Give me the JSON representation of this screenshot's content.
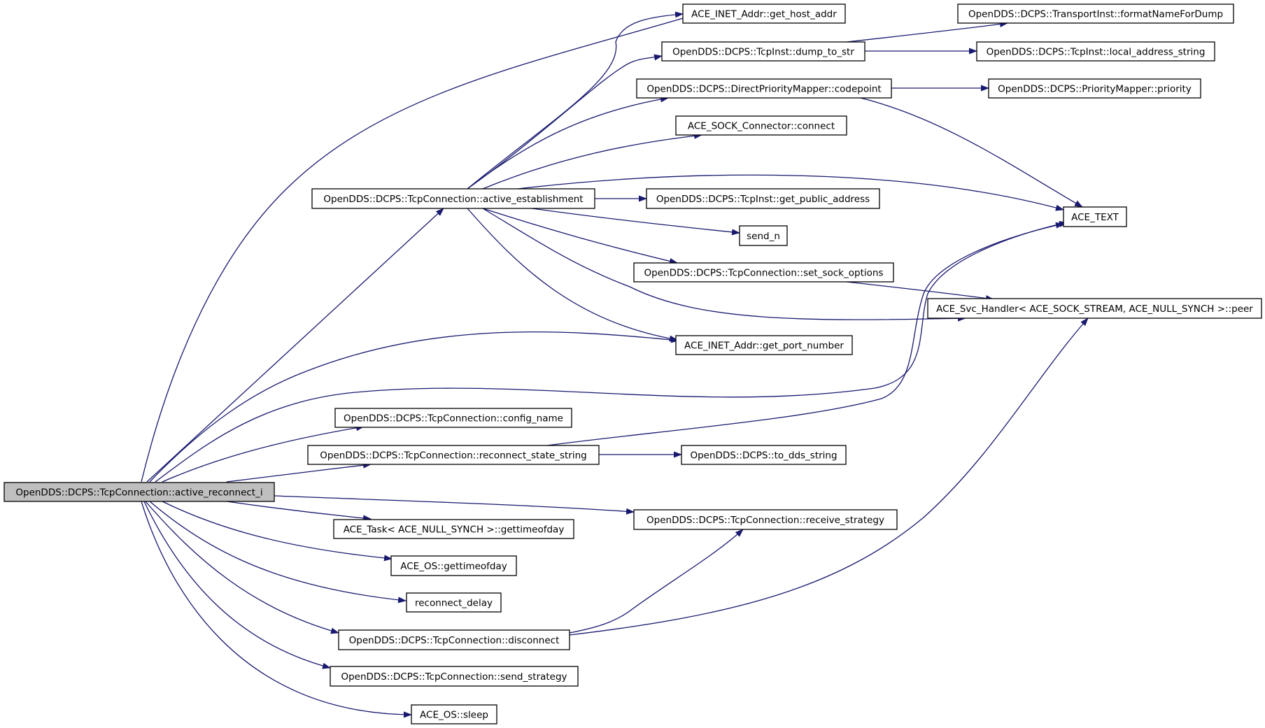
{
  "graph": {
    "nodes": [
      {
        "id": "root",
        "label": "OpenDDS::DCPS::TcpConnection::active_reconnect_i",
        "highlight": true
      },
      {
        "id": "active_establishment",
        "label": "OpenDDS::DCPS::TcpConnection::active_establishment"
      },
      {
        "id": "get_host_addr",
        "label": "ACE_INET_Addr::get_host_addr"
      },
      {
        "id": "dump_to_str",
        "label": "OpenDDS::DCPS::TcpInst::dump_to_str"
      },
      {
        "id": "format_name",
        "label": "OpenDDS::DCPS::TransportInst::formatNameForDump"
      },
      {
        "id": "local_address_string",
        "label": "OpenDDS::DCPS::TcpInst::local_address_string"
      },
      {
        "id": "codepoint",
        "label": "OpenDDS::DCPS::DirectPriorityMapper::codepoint"
      },
      {
        "id": "priority",
        "label": "OpenDDS::DCPS::PriorityMapper::priority"
      },
      {
        "id": "connect",
        "label": "ACE_SOCK_Connector::connect"
      },
      {
        "id": "get_public_address",
        "label": "OpenDDS::DCPS::TcpInst::get_public_address"
      },
      {
        "id": "ace_text",
        "label": "ACE_TEXT"
      },
      {
        "id": "send_n",
        "label": "send_n"
      },
      {
        "id": "set_sock_options",
        "label": "OpenDDS::DCPS::TcpConnection::set_sock_options"
      },
      {
        "id": "peer",
        "label": "ACE_Svc_Handler< ACE_SOCK_STREAM, ACE_NULL_SYNCH >::peer"
      },
      {
        "id": "get_port_number",
        "label": "ACE_INET_Addr::get_port_number"
      },
      {
        "id": "config_name",
        "label": "OpenDDS::DCPS::TcpConnection::config_name"
      },
      {
        "id": "reconnect_state_string",
        "label": "OpenDDS::DCPS::TcpConnection::reconnect_state_string"
      },
      {
        "id": "to_dds_string",
        "label": "OpenDDS::DCPS::to_dds_string"
      },
      {
        "id": "receive_strategy",
        "label": "OpenDDS::DCPS::TcpConnection::receive_strategy"
      },
      {
        "id": "task_gettimeofday",
        "label": "ACE_Task< ACE_NULL_SYNCH >::gettimeofday"
      },
      {
        "id": "os_gettimeofday",
        "label": "ACE_OS::gettimeofday"
      },
      {
        "id": "reconnect_delay",
        "label": "reconnect_delay"
      },
      {
        "id": "disconnect",
        "label": "OpenDDS::DCPS::TcpConnection::disconnect"
      },
      {
        "id": "send_strategy",
        "label": "OpenDDS::DCPS::TcpConnection::send_strategy"
      },
      {
        "id": "sleep",
        "label": "ACE_OS::sleep"
      }
    ],
    "edges": [
      {
        "from": "root",
        "to": "get_host_addr"
      },
      {
        "from": "root",
        "to": "active_establishment"
      },
      {
        "from": "root",
        "to": "get_port_number"
      },
      {
        "from": "root",
        "to": "ace_text"
      },
      {
        "from": "root",
        "to": "config_name"
      },
      {
        "from": "root",
        "to": "reconnect_state_string"
      },
      {
        "from": "root",
        "to": "receive_strategy"
      },
      {
        "from": "root",
        "to": "task_gettimeofday"
      },
      {
        "from": "root",
        "to": "os_gettimeofday"
      },
      {
        "from": "root",
        "to": "reconnect_delay"
      },
      {
        "from": "root",
        "to": "disconnect"
      },
      {
        "from": "root",
        "to": "send_strategy"
      },
      {
        "from": "root",
        "to": "sleep"
      },
      {
        "from": "active_establishment",
        "to": "get_host_addr"
      },
      {
        "from": "active_establishment",
        "to": "dump_to_str"
      },
      {
        "from": "active_establishment",
        "to": "codepoint"
      },
      {
        "from": "active_establishment",
        "to": "connect"
      },
      {
        "from": "active_establishment",
        "to": "ace_text"
      },
      {
        "from": "active_establishment",
        "to": "get_public_address"
      },
      {
        "from": "active_establishment",
        "to": "send_n"
      },
      {
        "from": "active_establishment",
        "to": "set_sock_options"
      },
      {
        "from": "active_establishment",
        "to": "peer"
      },
      {
        "from": "active_establishment",
        "to": "get_port_number"
      },
      {
        "from": "dump_to_str",
        "to": "format_name"
      },
      {
        "from": "dump_to_str",
        "to": "local_address_string"
      },
      {
        "from": "codepoint",
        "to": "priority"
      },
      {
        "from": "codepoint",
        "to": "ace_text"
      },
      {
        "from": "set_sock_options",
        "to": "peer"
      },
      {
        "from": "reconnect_state_string",
        "to": "to_dds_string"
      },
      {
        "from": "reconnect_state_string",
        "to": "ace_text"
      },
      {
        "from": "disconnect",
        "to": "receive_strategy"
      },
      {
        "from": "disconnect",
        "to": "peer"
      }
    ],
    "colors": {
      "edge": "#191970",
      "root_fill": "#bfbfbf",
      "node_fill": "#ffffff",
      "node_border": "#000000"
    }
  }
}
